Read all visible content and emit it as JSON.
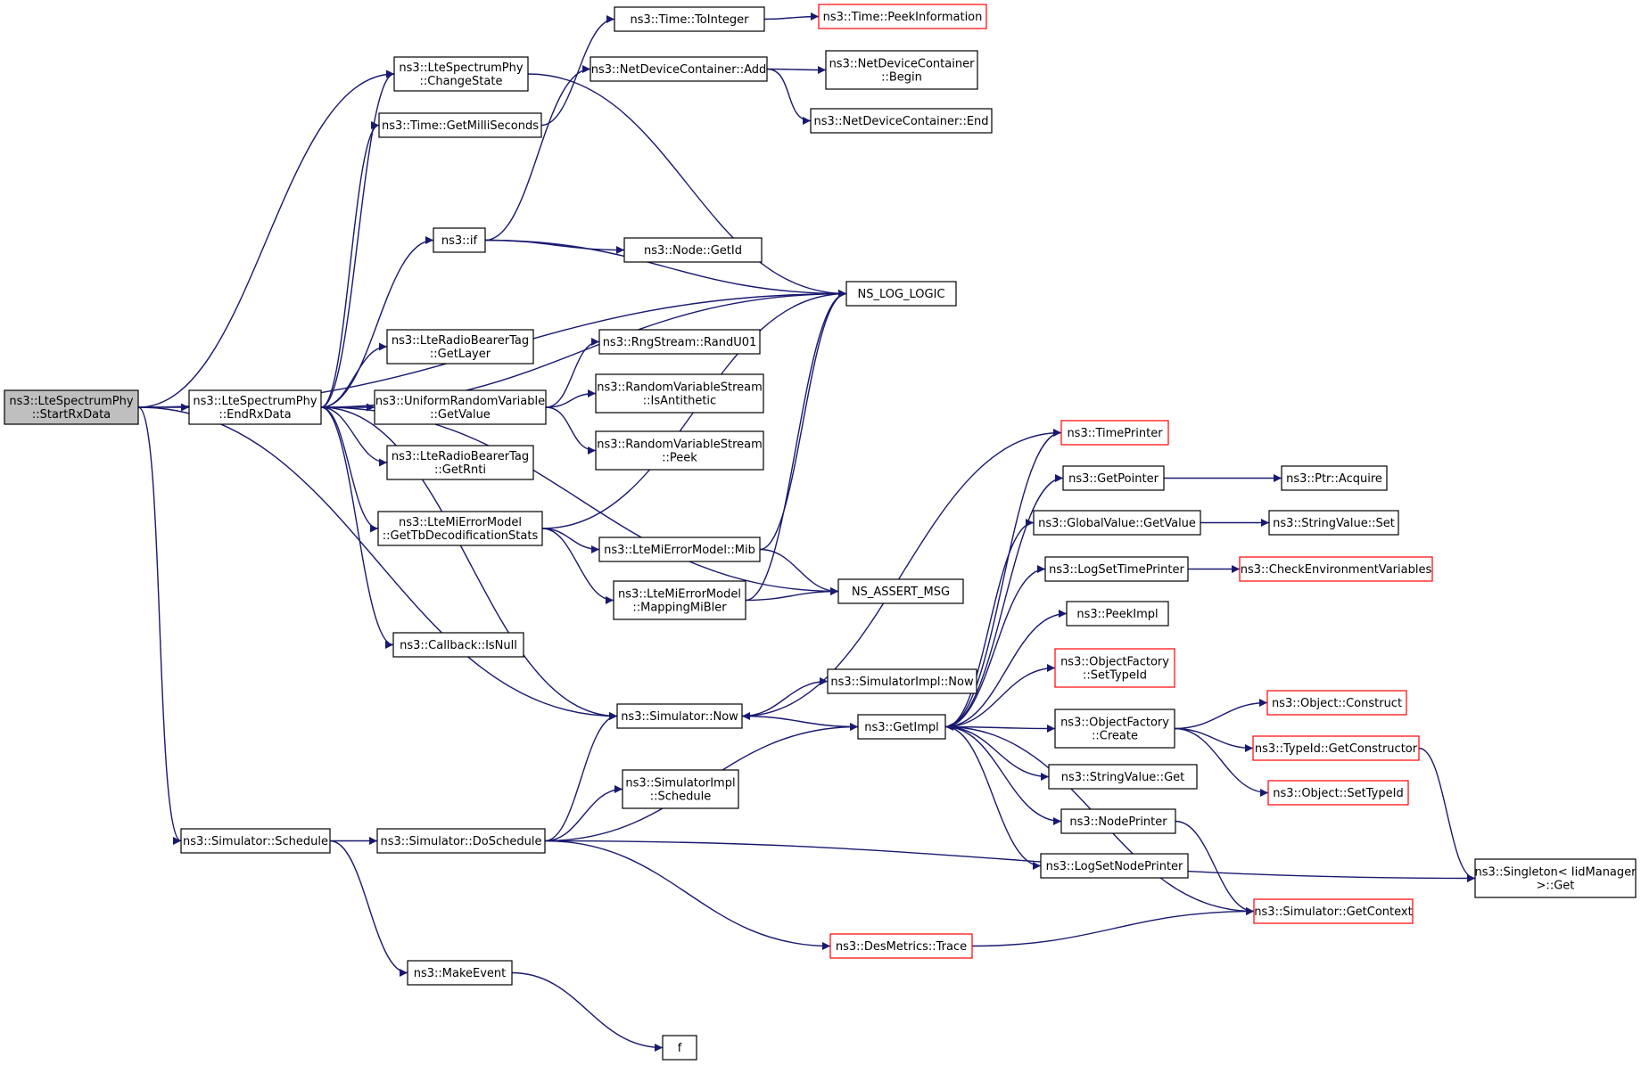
{
  "diagram": {
    "kind": "call-graph",
    "colors": {
      "edge": "#191970",
      "node_border": "#000000",
      "truncated_border": "#ff0000",
      "root_fill": "#bfbfbf",
      "background": "#ffffff"
    },
    "nodes": [
      {
        "id": "root",
        "lines": [
          "ns3::LteSpectrumPhy",
          "::StartRxData"
        ],
        "root": true
      },
      {
        "id": "endRxData",
        "lines": [
          "ns3::LteSpectrumPhy",
          "::EndRxData"
        ]
      },
      {
        "id": "changeState",
        "lines": [
          "ns3::LteSpectrumPhy",
          "::ChangeState"
        ]
      },
      {
        "id": "getMilliSeconds",
        "lines": [
          "ns3::Time::GetMilliSeconds"
        ]
      },
      {
        "id": "toInteger",
        "lines": [
          "ns3::Time::ToInteger"
        ]
      },
      {
        "id": "peekInformation",
        "lines": [
          "ns3::Time::PeekInformation"
        ],
        "truncated": true
      },
      {
        "id": "ndcAdd",
        "lines": [
          "ns3::NetDeviceContainer::Add"
        ]
      },
      {
        "id": "ndcBegin",
        "lines": [
          "ns3::NetDeviceContainer",
          "::Begin"
        ]
      },
      {
        "id": "ndcEnd",
        "lines": [
          "ns3::NetDeviceContainer::End"
        ]
      },
      {
        "id": "nsIf",
        "lines": [
          "ns3::if"
        ]
      },
      {
        "id": "nodeGetId",
        "lines": [
          "ns3::Node::GetId"
        ]
      },
      {
        "id": "logLogic",
        "lines": [
          "NS_LOG_LOGIC"
        ]
      },
      {
        "id": "rbtGetLayer",
        "lines": [
          "ns3::LteRadioBearerTag",
          "::GetLayer"
        ]
      },
      {
        "id": "rngRand",
        "lines": [
          "ns3::RngStream::RandU01"
        ]
      },
      {
        "id": "urvGetValue",
        "lines": [
          "ns3::UniformRandomVariable",
          "::GetValue"
        ]
      },
      {
        "id": "rvsAnti",
        "lines": [
          "ns3::RandomVariableStream",
          "::IsAntithetic"
        ]
      },
      {
        "id": "rvsPeek",
        "lines": [
          "ns3::RandomVariableStream",
          "::Peek"
        ]
      },
      {
        "id": "rbtGetRnti",
        "lines": [
          "ns3::LteRadioBearerTag",
          "::GetRnti"
        ]
      },
      {
        "id": "mieGetTb",
        "lines": [
          "ns3::LteMiErrorModel",
          "::GetTbDecodificationStats"
        ]
      },
      {
        "id": "mieMib",
        "lines": [
          "ns3::LteMiErrorModel::Mib"
        ]
      },
      {
        "id": "mieMapping",
        "lines": [
          "ns3::LteMiErrorModel",
          "::MappingMiBler"
        ]
      },
      {
        "id": "assertMsg",
        "lines": [
          "NS_ASSERT_MSG"
        ]
      },
      {
        "id": "cbIsNull",
        "lines": [
          "ns3::Callback::IsNull"
        ]
      },
      {
        "id": "simNow",
        "lines": [
          "ns3::Simulator::Now"
        ]
      },
      {
        "id": "simImplNow",
        "lines": [
          "ns3::SimulatorImpl::Now"
        ]
      },
      {
        "id": "getImpl",
        "lines": [
          "ns3::GetImpl"
        ]
      },
      {
        "id": "simImplSchedule",
        "lines": [
          "ns3::SimulatorImpl",
          "::Schedule"
        ]
      },
      {
        "id": "simSchedule",
        "lines": [
          "ns3::Simulator::Schedule"
        ]
      },
      {
        "id": "doSchedule",
        "lines": [
          "ns3::Simulator::DoSchedule"
        ]
      },
      {
        "id": "makeEvent",
        "lines": [
          "ns3::MakeEvent"
        ]
      },
      {
        "id": "f",
        "lines": [
          "f"
        ]
      },
      {
        "id": "desTrace",
        "lines": [
          "ns3::DesMetrics::Trace"
        ],
        "truncated": true
      },
      {
        "id": "timePrinter",
        "lines": [
          "ns3::TimePrinter"
        ],
        "truncated": true
      },
      {
        "id": "getPointer",
        "lines": [
          "ns3::GetPointer"
        ]
      },
      {
        "id": "ptrAcquire",
        "lines": [
          "ns3::Ptr::Acquire"
        ]
      },
      {
        "id": "gvGetValue",
        "lines": [
          "ns3::GlobalValue::GetValue"
        ]
      },
      {
        "id": "svSet",
        "lines": [
          "ns3::StringValue::Set"
        ]
      },
      {
        "id": "logSetTime",
        "lines": [
          "ns3::LogSetTimePrinter"
        ]
      },
      {
        "id": "checkEnv",
        "lines": [
          "ns3::CheckEnvironmentVariables"
        ],
        "truncated": true
      },
      {
        "id": "peekImpl",
        "lines": [
          "ns3::PeekImpl"
        ]
      },
      {
        "id": "ofSetTypeId",
        "lines": [
          "ns3::ObjectFactory",
          "::SetTypeId"
        ],
        "truncated": true
      },
      {
        "id": "ofCreate",
        "lines": [
          "ns3::ObjectFactory",
          "::Create"
        ]
      },
      {
        "id": "objConstruct",
        "lines": [
          "ns3::Object::Construct"
        ],
        "truncated": true
      },
      {
        "id": "tidGetCtor",
        "lines": [
          "ns3::TypeId::GetConstructor"
        ],
        "truncated": true
      },
      {
        "id": "objSetTypeId",
        "lines": [
          "ns3::Object::SetTypeId"
        ],
        "truncated": true
      },
      {
        "id": "svGet",
        "lines": [
          "ns3::StringValue::Get"
        ]
      },
      {
        "id": "nodePrinter",
        "lines": [
          "ns3::NodePrinter"
        ]
      },
      {
        "id": "logSetNode",
        "lines": [
          "ns3::LogSetNodePrinter"
        ]
      },
      {
        "id": "simGetContext",
        "lines": [
          "ns3::Simulator::GetContext"
        ],
        "truncated": true
      },
      {
        "id": "singletonGet",
        "lines": [
          "ns3::Singleton< IidManager",
          " >::Get"
        ]
      }
    ],
    "edges": [
      [
        "root",
        "changeState"
      ],
      [
        "root",
        "logLogic"
      ],
      [
        "root",
        "endRxData"
      ],
      [
        "root",
        "simNow"
      ],
      [
        "root",
        "simSchedule"
      ],
      [
        "endRxData",
        "changeState"
      ],
      [
        "endRxData",
        "getMilliSeconds"
      ],
      [
        "endRxData",
        "nsIf"
      ],
      [
        "endRxData",
        "logLogic"
      ],
      [
        "endRxData",
        "rbtGetLayer"
      ],
      [
        "endRxData",
        "urvGetValue"
      ],
      [
        "endRxData",
        "rbtGetRnti"
      ],
      [
        "endRxData",
        "mieGetTb"
      ],
      [
        "endRxData",
        "cbIsNull"
      ],
      [
        "endRxData",
        "assertMsg"
      ],
      [
        "endRxData",
        "simNow"
      ],
      [
        "changeState",
        "logLogic"
      ],
      [
        "getMilliSeconds",
        "toInteger"
      ],
      [
        "toInteger",
        "peekInformation"
      ],
      [
        "nsIf",
        "ndcAdd"
      ],
      [
        "nsIf",
        "nodeGetId"
      ],
      [
        "nsIf",
        "logLogic"
      ],
      [
        "ndcAdd",
        "ndcBegin"
      ],
      [
        "ndcAdd",
        "ndcEnd"
      ],
      [
        "urvGetValue",
        "rngRand"
      ],
      [
        "urvGetValue",
        "rvsAnti"
      ],
      [
        "urvGetValue",
        "rvsPeek"
      ],
      [
        "mieGetTb",
        "logLogic"
      ],
      [
        "mieGetTb",
        "mieMib"
      ],
      [
        "mieGetTb",
        "mieMapping"
      ],
      [
        "mieMib",
        "logLogic"
      ],
      [
        "mieMib",
        "assertMsg"
      ],
      [
        "mieMapping",
        "logLogic"
      ],
      [
        "mieMapping",
        "assertMsg"
      ],
      [
        "simNow",
        "simImplNow"
      ],
      [
        "simNow",
        "getImpl"
      ],
      [
        "simSchedule",
        "doSchedule"
      ],
      [
        "simSchedule",
        "makeEvent"
      ],
      [
        "makeEvent",
        "f"
      ],
      [
        "doSchedule",
        "simNow"
      ],
      [
        "doSchedule",
        "simImplSchedule"
      ],
      [
        "doSchedule",
        "getImpl"
      ],
      [
        "doSchedule",
        "desTrace"
      ],
      [
        "doSchedule",
        "singletonGet"
      ],
      [
        "desTrace",
        "simGetContext"
      ],
      [
        "getImpl",
        "timePrinter"
      ],
      [
        "getImpl",
        "getPointer"
      ],
      [
        "getImpl",
        "gvGetValue"
      ],
      [
        "getImpl",
        "logSetTime"
      ],
      [
        "getImpl",
        "peekImpl"
      ],
      [
        "getImpl",
        "ofSetTypeId"
      ],
      [
        "getImpl",
        "ofCreate"
      ],
      [
        "getImpl",
        "svGet"
      ],
      [
        "getImpl",
        "nodePrinter"
      ],
      [
        "getImpl",
        "logSetNode"
      ],
      [
        "getPointer",
        "ptrAcquire"
      ],
      [
        "gvGetValue",
        "svSet"
      ],
      [
        "logSetTime",
        "checkEnv"
      ],
      [
        "ofCreate",
        "objConstruct"
      ],
      [
        "ofCreate",
        "tidGetCtor"
      ],
      [
        "ofCreate",
        "objSetTypeId"
      ],
      [
        "tidGetCtor",
        "singletonGet"
      ],
      [
        "nodePrinter",
        "simGetContext"
      ],
      [
        "simGetContext",
        "getImpl"
      ],
      [
        "timePrinter",
        "simNow"
      ]
    ]
  }
}
